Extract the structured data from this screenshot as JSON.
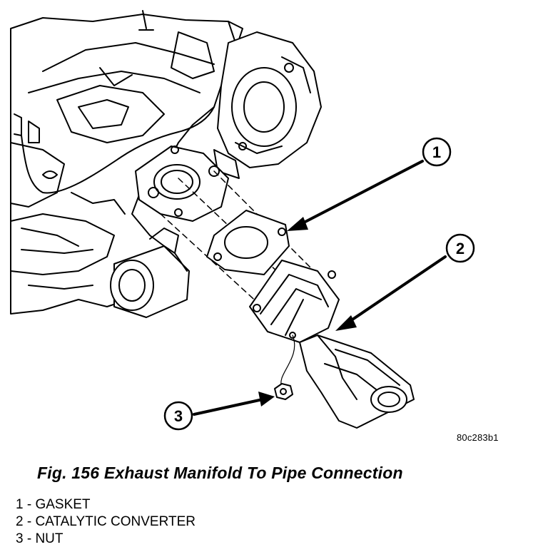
{
  "figure": {
    "code": "80c283b1",
    "caption": "Fig. 156 Exhaust Manifold To Pipe Connection"
  },
  "callouts": [
    {
      "number": "1"
    },
    {
      "number": "2"
    },
    {
      "number": "3"
    }
  ],
  "legend": [
    {
      "text": "1 - GASKET"
    },
    {
      "text": "2 - CATALYTIC CONVERTER"
    },
    {
      "text": "3 - NUT"
    }
  ]
}
